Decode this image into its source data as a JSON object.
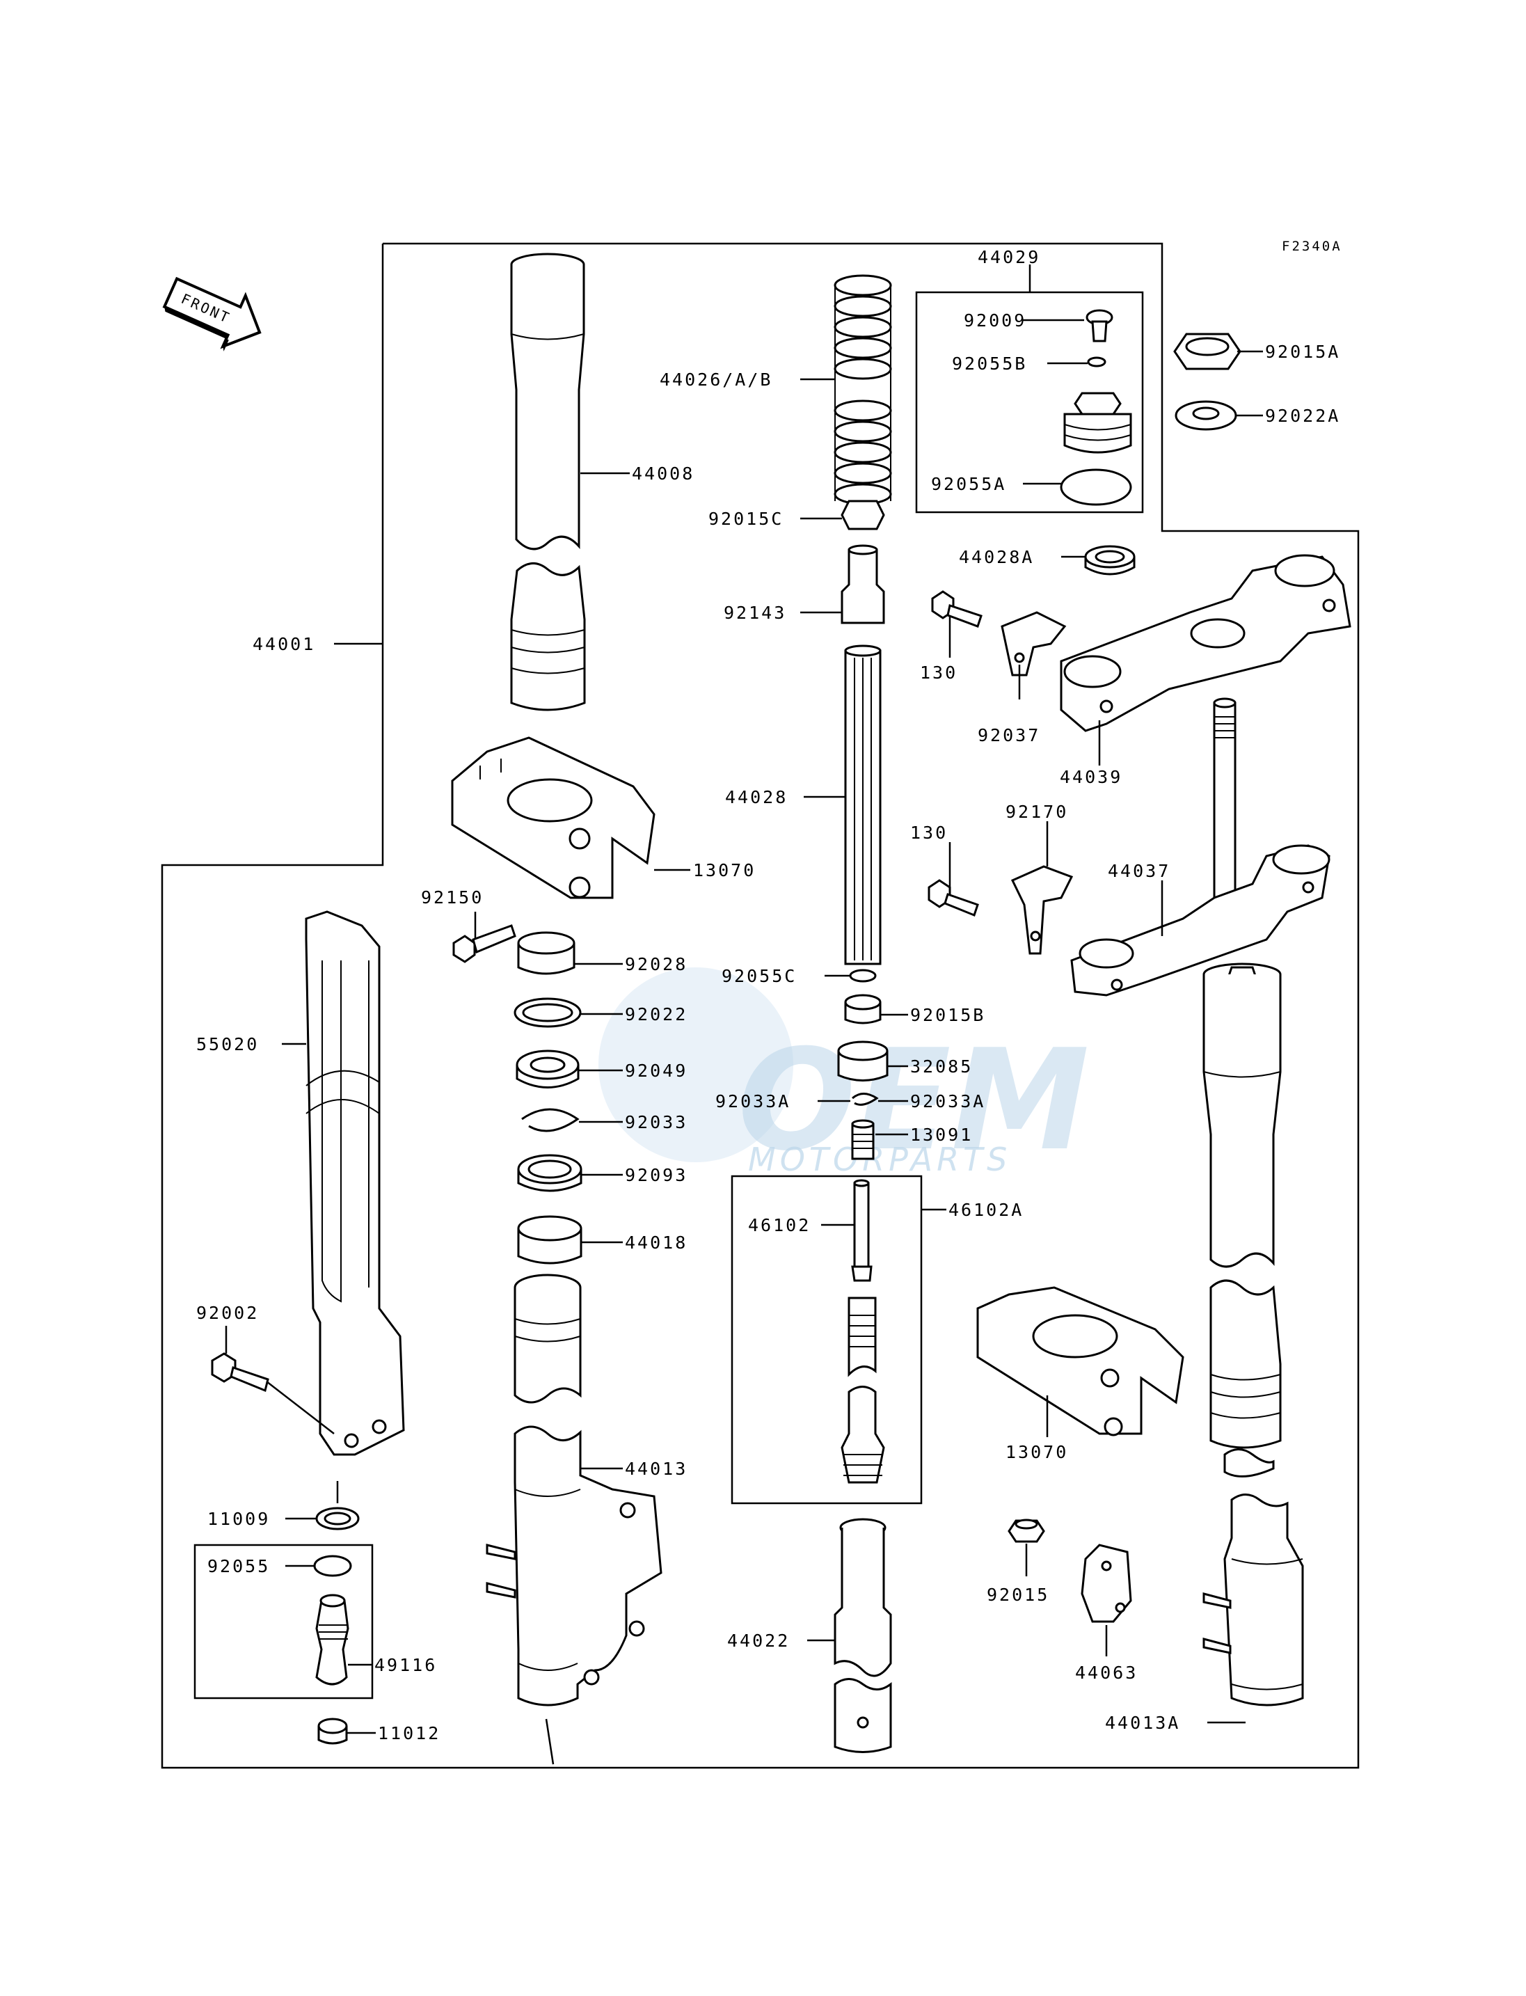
{
  "diagram_ref": "F2340A",
  "front_arrow": {
    "text": "FRONT",
    "icon": "front-direction-arrow-icon"
  },
  "watermark": {
    "brand_big": "OEM",
    "brand_small": "MOTORPARTS"
  },
  "labels": {
    "l44029": "44029",
    "l92009": "92009",
    "l92055B": "92055B",
    "l92055A": "92055A",
    "l92015A": "92015A",
    "l92022A": "92022A",
    "l44026": "44026/A/B",
    "l44008": "44008",
    "l92015C": "92015C",
    "l44028A": "44028A",
    "l92143": "92143",
    "l44001": "44001",
    "l130a": "130",
    "l92037": "92037",
    "l44039": "44039",
    "l44028": "44028",
    "l92170": "92170",
    "l130b": "130",
    "l44037": "44037",
    "l13070a": "13070",
    "l92150": "92150",
    "l92028": "92028",
    "l92055C": "92055C",
    "l92015B": "92015B",
    "l55020": "55020",
    "l92022": "92022",
    "l32085": "32085",
    "l92049": "92049",
    "l92033Aleft": "92033A",
    "l92033Aright": "92033A",
    "l92033": "92033",
    "l13091": "13091",
    "l92093": "92093",
    "l46102": "46102",
    "l46102A": "46102A",
    "l44018": "44018",
    "l92002": "92002",
    "l13070b": "13070",
    "l44013": "44013",
    "l11009": "11009",
    "l92015": "92015",
    "l92055": "92055",
    "l44022": "44022",
    "l44063": "44063",
    "l49116": "49116",
    "l11012": "11012",
    "l44013A": "44013A"
  }
}
